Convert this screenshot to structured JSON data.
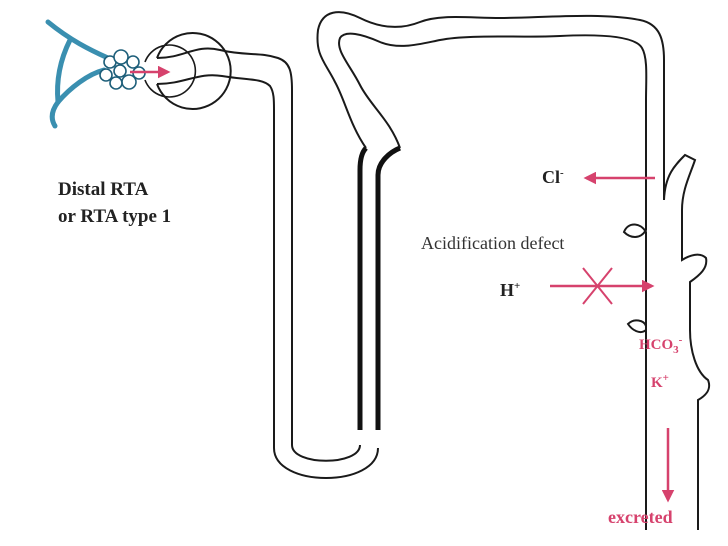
{
  "title": {
    "line1": "Distal RTA",
    "line2": "or RTA type 1"
  },
  "labels": {
    "chloride": "Cl",
    "chloride_charge": "-",
    "defect": "Acidification defect",
    "hydrogen": "H",
    "hydrogen_charge": "+",
    "bicarbonate": "HCO",
    "bicarbonate_sub": "3",
    "bicarbonate_charge": "-",
    "potassium": "K",
    "potassium_charge": "+",
    "excreted": "excreted"
  },
  "colors": {
    "outline": "#1a1a1a",
    "arrow": "#d6426d",
    "glomerulus": "#3a8fb0"
  }
}
